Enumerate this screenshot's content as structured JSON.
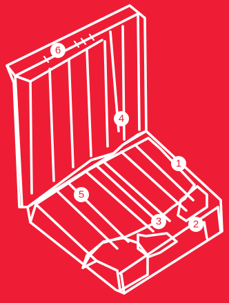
{
  "colors": {
    "background": "#ee1d35",
    "line": "#ffffff",
    "label_text": "#ee1d35"
  },
  "callouts": [
    "1",
    "2",
    "3",
    "4",
    "5",
    "6"
  ]
}
